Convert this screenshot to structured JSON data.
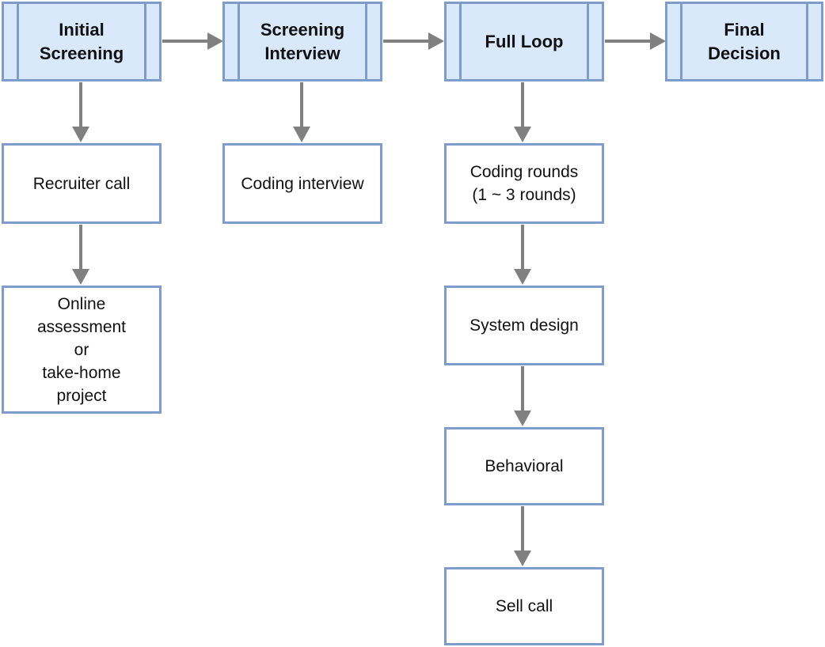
{
  "stages": [
    {
      "id": "initial",
      "label": "Initial\nScreening"
    },
    {
      "id": "screening",
      "label": "Screening\nInterview"
    },
    {
      "id": "fullloop",
      "label": "Full Loop"
    },
    {
      "id": "final",
      "label": "Final\nDecision"
    }
  ],
  "steps": {
    "recruiter_call": "Recruiter call",
    "online_assessment": "Online\nassessment\nor\ntake-home\nproject",
    "coding_interview": "Coding interview",
    "coding_rounds": "Coding rounds\n(1 ~ 3 rounds)",
    "system_design": "System design",
    "behavioral": "Behavioral",
    "sell_call": "Sell call"
  },
  "colors": {
    "stage_fill": "#dae8fc",
    "stage_border": "#7d9ccb",
    "step_border": "#7d9ccb",
    "connector": "#808080"
  }
}
